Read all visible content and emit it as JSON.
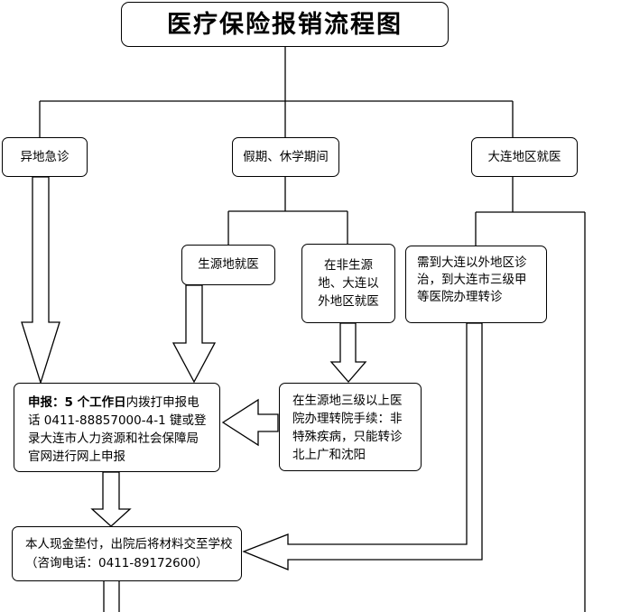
{
  "title": "医疗保险报销流程图",
  "nodes": {
    "remote_emergency": "异地急诊",
    "holiday_period": "假期、休学期间",
    "dalian_local": "大连地区就医",
    "origin_place": "生源地就医",
    "non_origin": "在非生源地、大连以外地区就医",
    "outside_dalian": "需到大连以外地区诊治，到大连市三级甲等医院办理转诊",
    "apply_prefix": "申报：",
    "apply_bold": "5 个工作日",
    "apply_rest": "内拨打申报电话 0411-88857000-4-1 键或登录大连市人力资源和社会保障局官网进行网上申报",
    "transfer_origin": "在生源地三级以上医院办理转院手续：非特殊疾病，只能转诊北上广和沈阳",
    "self_pay": "本人现金垫付，出院后将材料交至学校（咨询电话：0411-89172600）"
  }
}
